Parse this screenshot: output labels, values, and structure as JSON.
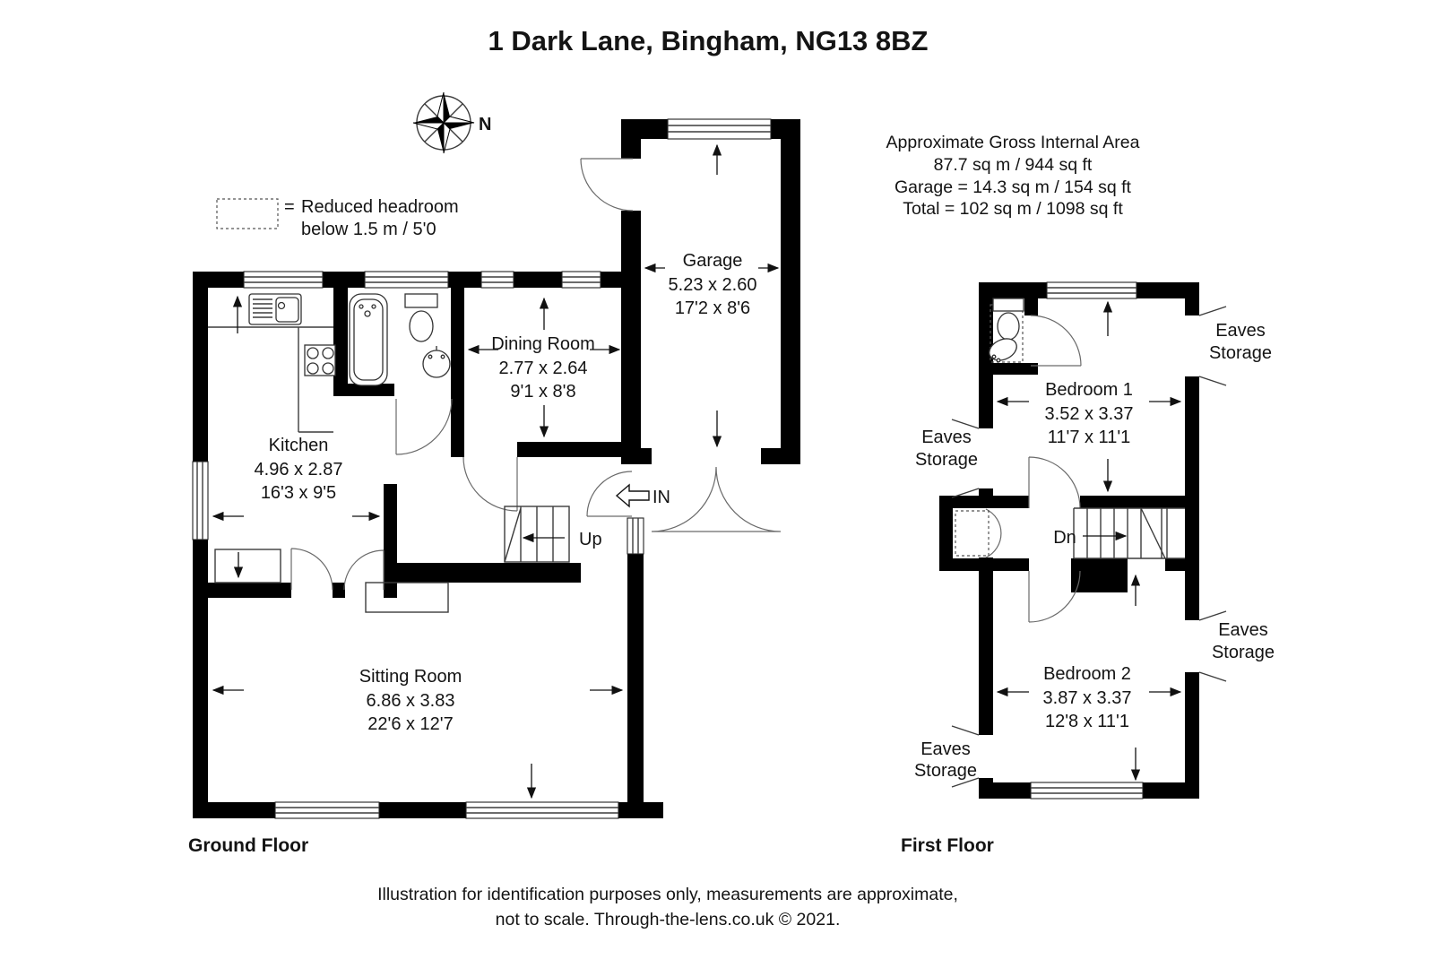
{
  "title": "1 Dark Lane, Bingham, NG13 8BZ",
  "compass": {
    "north_label": "N"
  },
  "legend": {
    "equals": "=",
    "line1": "Reduced headroom",
    "line2": "below 1.5 m / 5'0"
  },
  "area_summary": {
    "line1": "Approximate Gross Internal Area",
    "line2": "87.7 sq m / 944 sq ft",
    "line3": "Garage = 14.3 sq m / 154 sq ft",
    "line4": "Total = 102 sq m / 1098 sq ft"
  },
  "ground_floor": {
    "label": "Ground Floor",
    "stairs_label": "Up",
    "entrance_label": "IN",
    "rooms": {
      "garage": {
        "name": "Garage",
        "metric": "5.23 x 2.60",
        "imperial": "17'2 x 8'6"
      },
      "dining_room": {
        "name": "Dining Room",
        "metric": "2.77 x 2.64",
        "imperial": "9'1 x 8'8"
      },
      "kitchen": {
        "name": "Kitchen",
        "metric": "4.96 x 2.87",
        "imperial": "16'3 x 9'5"
      },
      "sitting_room": {
        "name": "Sitting Room",
        "metric": "6.86 x 3.83",
        "imperial": "22'6 x 12'7"
      }
    }
  },
  "first_floor": {
    "label": "First Floor",
    "stairs_label": "Dn",
    "eaves_labels": {
      "word1": "Eaves",
      "word2": "Storage"
    },
    "rooms": {
      "bedroom1": {
        "name": "Bedroom 1",
        "metric": "3.52 x 3.37",
        "imperial": "11'7 x 11'1"
      },
      "bedroom2": {
        "name": "Bedroom 2",
        "metric": "3.87 x 3.37",
        "imperial": "12'8 x 11'1"
      }
    }
  },
  "footer": {
    "line1": "Illustration for identification purposes only, measurements are approximate,",
    "line2": "not to scale. Through-the-lens.co.uk © 2021."
  },
  "colors": {
    "wall": "#000000",
    "line": "#3c3c3c",
    "text": "#141414",
    "background": "#ffffff"
  }
}
